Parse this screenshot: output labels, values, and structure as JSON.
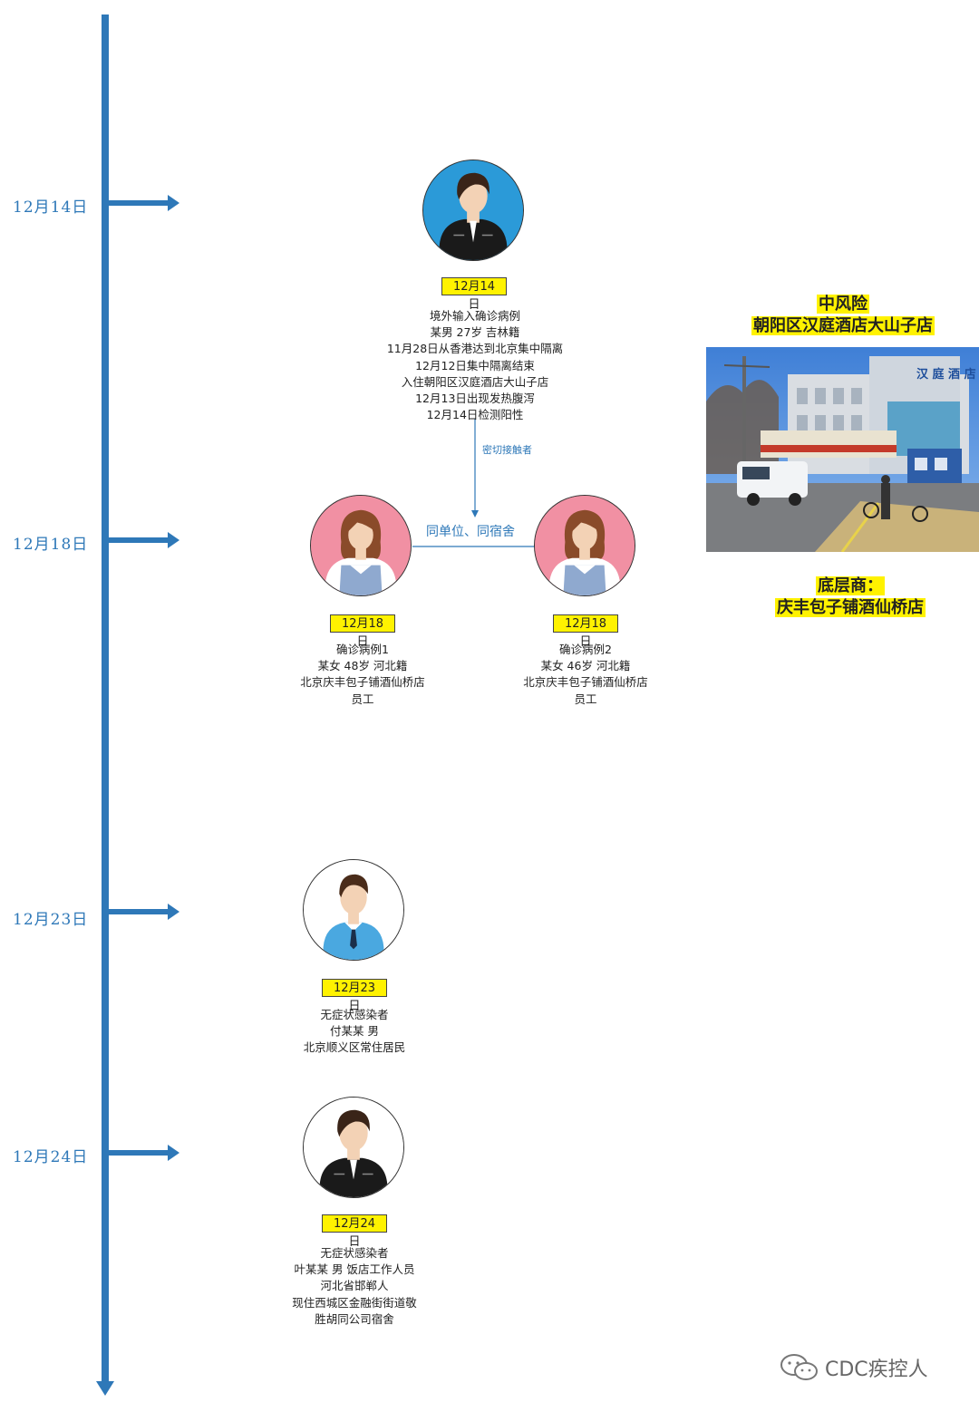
{
  "timeline": {
    "dates": [
      "12月14日",
      "12月18日",
      "12月23日",
      "12月24日"
    ]
  },
  "cases": {
    "index": {
      "date_badge": "12月14日",
      "lines": [
        "境外输入确诊病例",
        "某男 27岁 吉林籍",
        "11月28日从香港达到北京集中隔离",
        "12月12日集中隔离结束",
        "入住朝阳区汉庭酒店大山子店",
        "12月13日出现发热腹泻",
        "12月14日检测阳性"
      ]
    },
    "case1": {
      "date_badge": "12月18日",
      "lines": [
        "确诊病例1",
        "某女  48岁 河北籍",
        "北京庆丰包子铺酒仙桥店",
        "员工"
      ]
    },
    "case2": {
      "date_badge": "12月18日",
      "lines": [
        "确诊病例2",
        "某女  46岁 河北籍",
        "北京庆丰包子铺酒仙桥店",
        "员工"
      ]
    },
    "case3": {
      "date_badge": "12月23日",
      "lines": [
        "无症状感染者",
        "付某某 男",
        "北京顺义区常住居民"
      ]
    },
    "case4": {
      "date_badge": "12月24日",
      "lines": [
        "无症状感染者",
        "叶某某 男 饭店工作人员",
        "河北省邯郸人",
        "现住西城区金融街街道敬",
        "胜胡同公司宿舍"
      ]
    }
  },
  "links": {
    "close_contact": "密切接触者",
    "same_unit": "同单位、同宿舍"
  },
  "risk_area": {
    "level": "中风险",
    "place": "朝阳区汉庭酒店大山子店",
    "photo_sign": "汉 庭 酒 店"
  },
  "ground_floor": {
    "label": "底层商：",
    "shop": "庆丰包子铺酒仙桥店"
  },
  "watermark": {
    "text": "CDC疾控人"
  },
  "colors": {
    "timeline": "#2e78b8",
    "badge": "#fff200",
    "male_bg": "#2b9ad8",
    "female_bg": "#f190a3"
  },
  "icons": [
    "male-avatar-icon",
    "female-avatar-icon",
    "wechat-icon"
  ]
}
